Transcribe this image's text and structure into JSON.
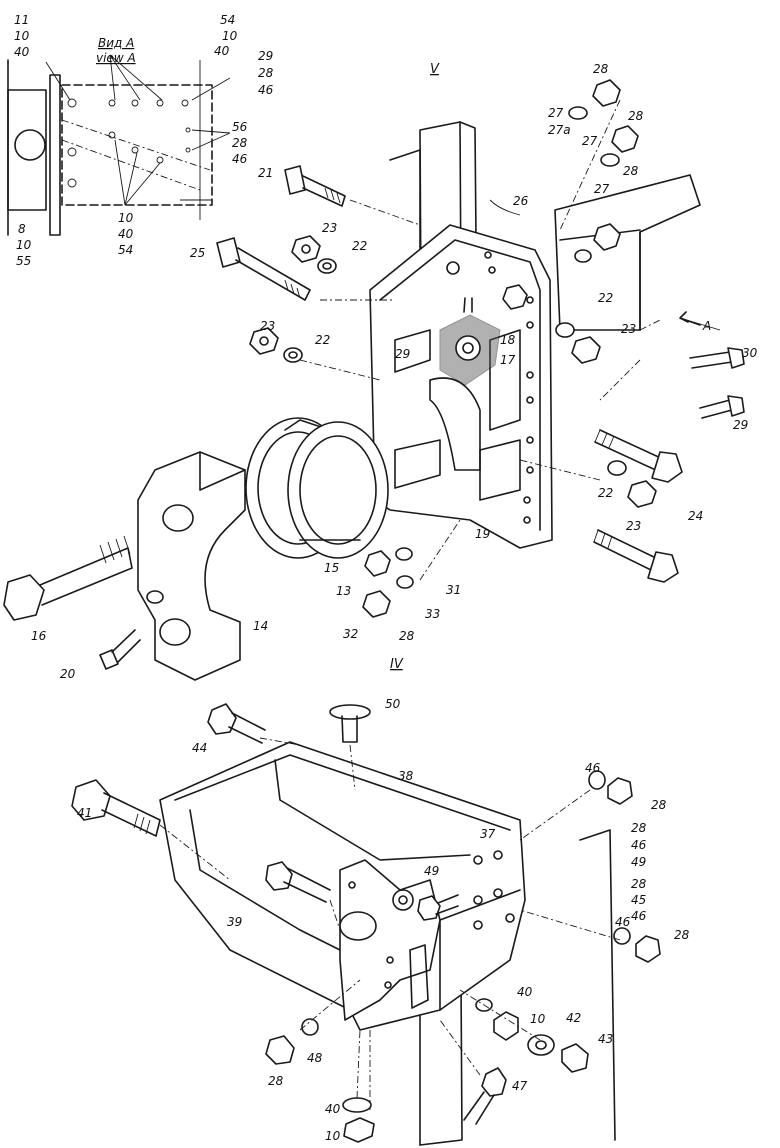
{
  "view": {
    "label_ru": "Вид А",
    "label_en": "view A"
  },
  "sections": {
    "upper": "V",
    "lower": "IV",
    "arrow": "A"
  },
  "inset_labels": {
    "top_left": [
      "11",
      "10",
      "40"
    ],
    "top_right": [
      "54",
      "10",
      "40"
    ],
    "right_upper": [
      "29",
      "28",
      "46"
    ],
    "right_lower": [
      "56",
      "28",
      "46"
    ],
    "bottom_left": [
      "8",
      "10",
      "55"
    ],
    "bottom_mid": [
      "10",
      "40",
      "54"
    ]
  },
  "upper_parts": {
    "p28a": "28",
    "p27a": "27",
    "p27a2": "27a",
    "p28b": "28",
    "p27b": "27",
    "p28c": "28",
    "p27c": "27",
    "p21": "21",
    "p26": "26",
    "p23a": "23",
    "p22a": "22",
    "p25": "25",
    "p22b": "22",
    "p23b": "23",
    "p22c": "22",
    "p23c": "23",
    "p29a": "29",
    "p18": "18",
    "p17": "17",
    "p30": "30",
    "p29b": "29",
    "p22d": "22",
    "p23d": "23",
    "p24": "24",
    "p19": "19",
    "p15": "15",
    "p13": "13",
    "p31": "31",
    "p33": "33",
    "p32": "32",
    "p28d": "28",
    "p14": "14",
    "p16": "16",
    "p20": "20"
  },
  "lower_parts": {
    "p50": "50",
    "p44": "44",
    "p38": "38",
    "p46a": "46",
    "p28e": "28",
    "p41": "41",
    "p37": "37",
    "p28f": "28",
    "p46b": "46",
    "p49a": "49",
    "p49b": "49",
    "p28g": "28",
    "p45": "45",
    "p46c": "46",
    "p39": "39",
    "p46d": "46",
    "p28h": "28",
    "p40a": "40",
    "p10a": "10",
    "p42": "42",
    "p43": "43",
    "p28i": "28",
    "p48": "48",
    "p47": "47",
    "p40b": "40",
    "p10b": "10"
  }
}
